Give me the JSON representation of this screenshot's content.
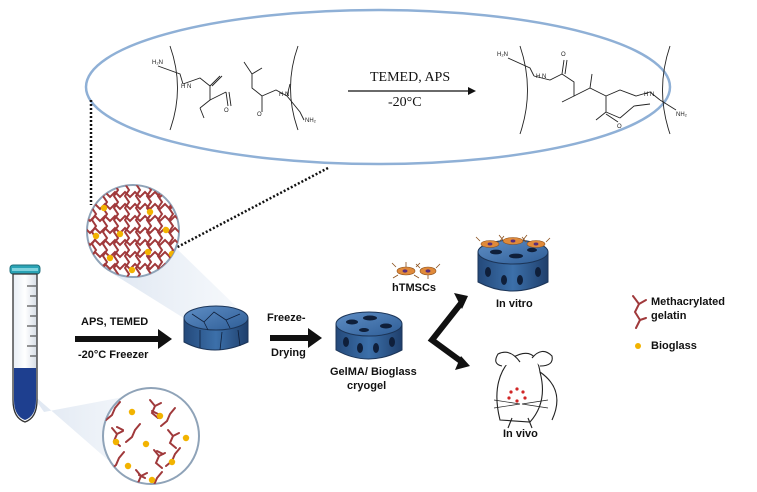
{
  "reaction": {
    "conditions_top": "TEMED, APS",
    "conditions_bottom": "-20°C",
    "atoms": {
      "nh2": "NH₂",
      "h2n": "H₂N",
      "h": "H",
      "n": "N",
      "o": "O"
    }
  },
  "step1": {
    "top": "APS, TEMED",
    "bottom": "-20°C Freezer"
  },
  "step2": {
    "line1": "Freeze-",
    "line2": "Drying"
  },
  "cryogel_label": {
    "line1": "GelMA/ Bioglass",
    "line2": "cryogel"
  },
  "cells_label": "hTMSCs",
  "in_vitro_label": "In vitro",
  "in_vivo_label": "In vivo",
  "legend": {
    "gelatin_line1": "Methacrylated",
    "gelatin_line2": "gelatin",
    "bioglass": "Bioglass"
  },
  "colors": {
    "ellipse_stroke": "#8fb0d6",
    "gelatin": "#a0393b",
    "bioglass": "#f2b300",
    "cryogel_blue": "#2f5f96",
    "tube_blue": "#1e3f8f",
    "tube_cap": "#2aa3b5"
  }
}
